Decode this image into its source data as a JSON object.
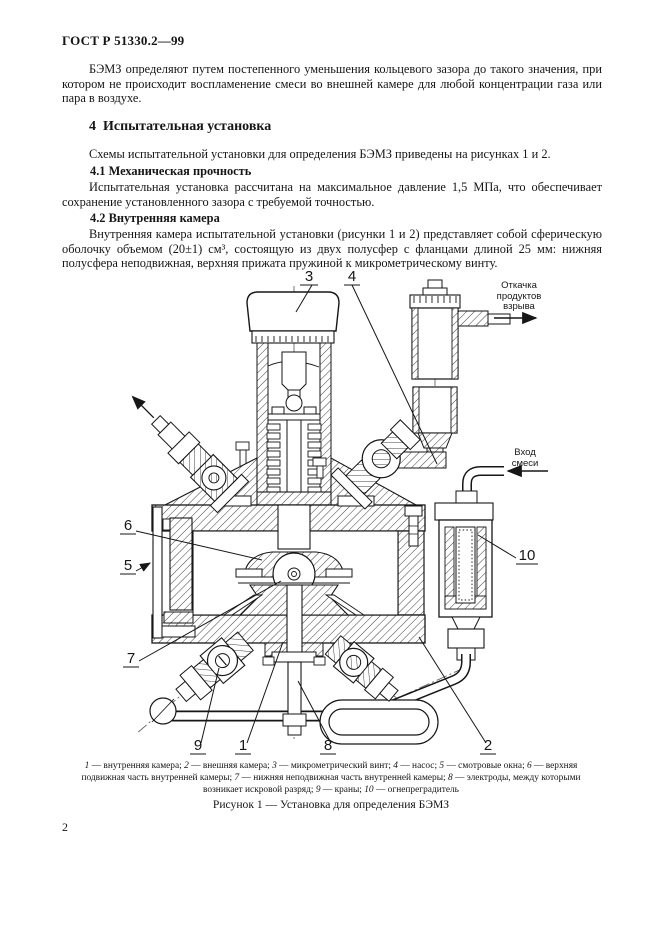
{
  "colors": {
    "ink": "#1a1a1a",
    "paper": "#ffffff"
  },
  "page": {
    "header": "ГОСТ Р 51330.2—99",
    "page_number": "2"
  },
  "content": {
    "intro": "БЭМЗ определяют путем постепенного уменьшения кольцевого зазора до такого значения, при котором не происходит воспламенение смеси во внешней камере для любой концентрации газа или пара в воздухе.",
    "section4_title": "4  Испытательная установка",
    "section4_lead": "Схемы испытательной установки для определения БЭМЗ приведены на рисунках 1 и 2.",
    "s41_title": "4.1 Механическая прочность",
    "s41_body": "Испытательная установка рассчитана на максимальное давление 1,5 МПа, что обеспечивает сохранение установленного зазора с требуемой точностью.",
    "s42_title": "4.2 Внутренняя камера",
    "s42_body": "Внутренняя камера испытательной установки (рисунки 1 и 2) представляет собой сферическую оболочку объемом (20±1) см³, состоящую из двух полусфер с фланцами длиной 25 мм: нижняя полусфера неподвижная, верхняя прижата пружиной к микрометрическому винту."
  },
  "figure": {
    "callouts": {
      "exhaust": "Откачка\nпродуктов\nвзрыва",
      "inlet": "Вход\nсмеси"
    },
    "labels": {
      "l1": "1",
      "l2": "2",
      "l3": "3",
      "l4": "4",
      "l5": "5",
      "l6": "6",
      "l7": "7",
      "l8": "8",
      "l9": "9",
      "l10": "10"
    },
    "legend": [
      {
        "num": "1",
        "text": "внутренняя камера"
      },
      {
        "num": "2",
        "text": "внешняя камера"
      },
      {
        "num": "3",
        "text": "микрометрический винт"
      },
      {
        "num": "4",
        "text": "насос"
      },
      {
        "num": "5",
        "text": "смотровые окна"
      },
      {
        "num": "6",
        "text": "верхняя подвижная часть внутренней камеры"
      },
      {
        "num": "7",
        "text": "нижняя неподвижная часть внутренней камеры"
      },
      {
        "num": "8",
        "text": "электроды, между которыми возникает искровой разряд"
      },
      {
        "num": "9",
        "text": "краны"
      },
      {
        "num": "10",
        "text": "огнепреградитель"
      }
    ],
    "caption": "Рисунок 1 — Установка для определения БЭМЗ"
  }
}
